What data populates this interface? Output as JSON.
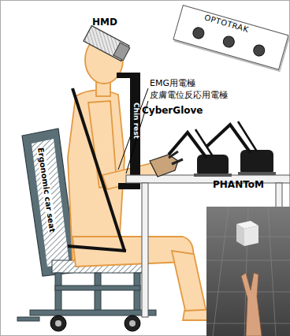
{
  "diagram": {
    "nodes": [
      {
        "text": [
          "OPTOTRAK"
        ]
      }
    ],
    "labels": [
      "HMD",
      "EMG用電極",
      "皮膚電位反応用電極",
      "CyberGlove",
      "PHANToM",
      "Chin rest",
      "Ergonomic car seat"
    ]
  }
}
